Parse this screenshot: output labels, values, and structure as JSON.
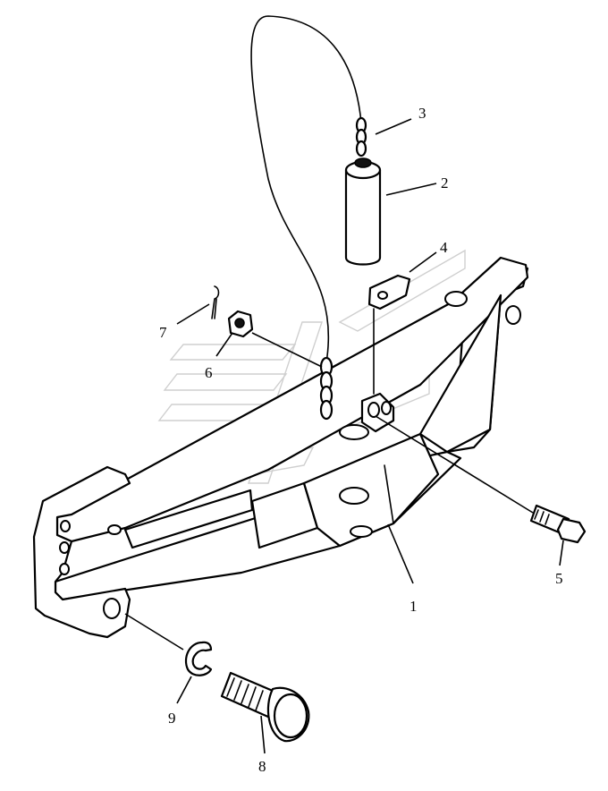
{
  "callouts": [
    {
      "id": "1",
      "label": "1"
    },
    {
      "id": "2",
      "label": "2"
    },
    {
      "id": "3",
      "label": "3"
    },
    {
      "id": "4",
      "label": "4"
    },
    {
      "id": "5",
      "label": "5"
    },
    {
      "id": "6",
      "label": "6"
    },
    {
      "id": "7",
      "label": "7"
    },
    {
      "id": "8",
      "label": "8"
    },
    {
      "id": "9",
      "label": "9"
    }
  ],
  "colors": {
    "line": "#000000",
    "background": "#ffffff",
    "watermark": "#cfcfcf"
  }
}
